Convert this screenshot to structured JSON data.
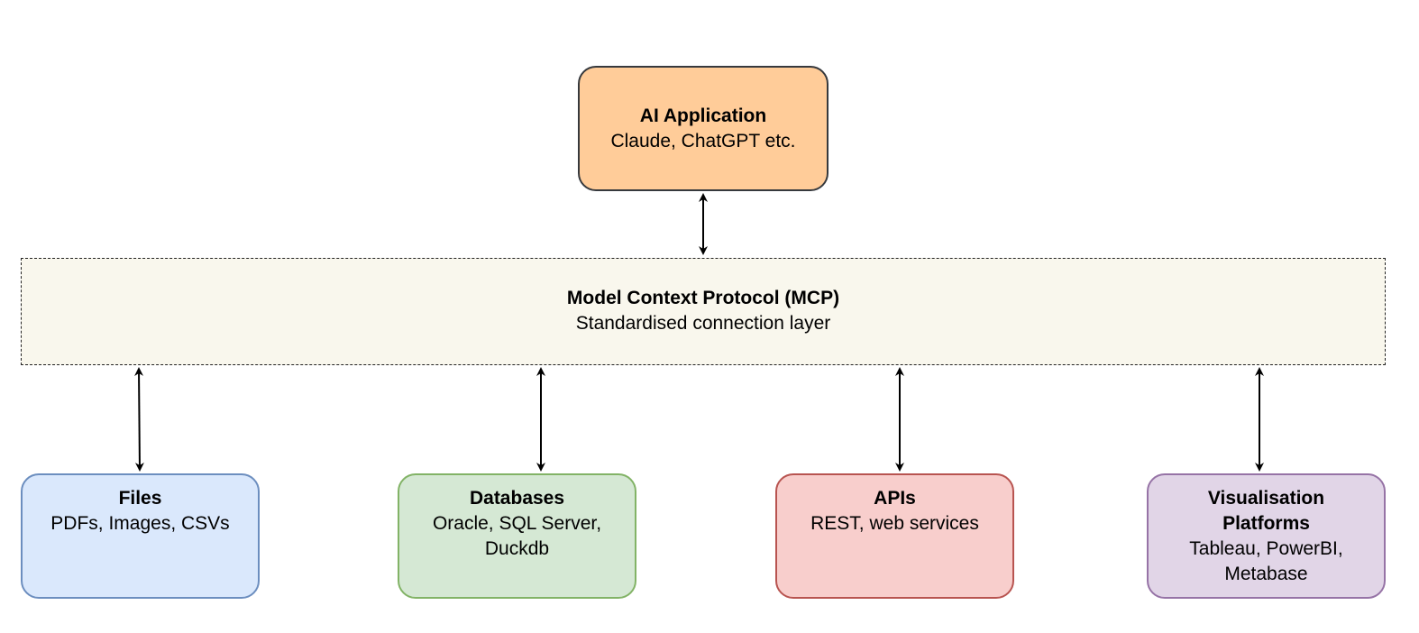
{
  "ai_application": {
    "title": "AI Application",
    "subtitle": "Claude, ChatGPT etc.",
    "fill": "#ffcc99",
    "stroke": "#36393d"
  },
  "mcp": {
    "title": "Model Context Protocol (MCP)",
    "subtitle": "Standardised connection layer",
    "fill": "#f9f7ed"
  },
  "sources": [
    {
      "title": "Files",
      "subtitle": "PDFs, Images, CSVs",
      "fill": "#dae8fc",
      "stroke": "#6c8ebf"
    },
    {
      "title": "Databases",
      "subtitle": "Oracle, SQL Server, Duckdb",
      "fill": "#d5e8d4",
      "stroke": "#82b366"
    },
    {
      "title": "APIs",
      "subtitle": "REST, web services",
      "fill": "#f8cecc",
      "stroke": "#b85450"
    },
    {
      "title": "Visualisation Platforms",
      "subtitle": "Tableau, PowerBI, Metabase",
      "fill": "#e1d5e7",
      "stroke": "#9673a6"
    }
  ],
  "connectors": {
    "style": "double-headed arrow",
    "color": "#000000"
  }
}
